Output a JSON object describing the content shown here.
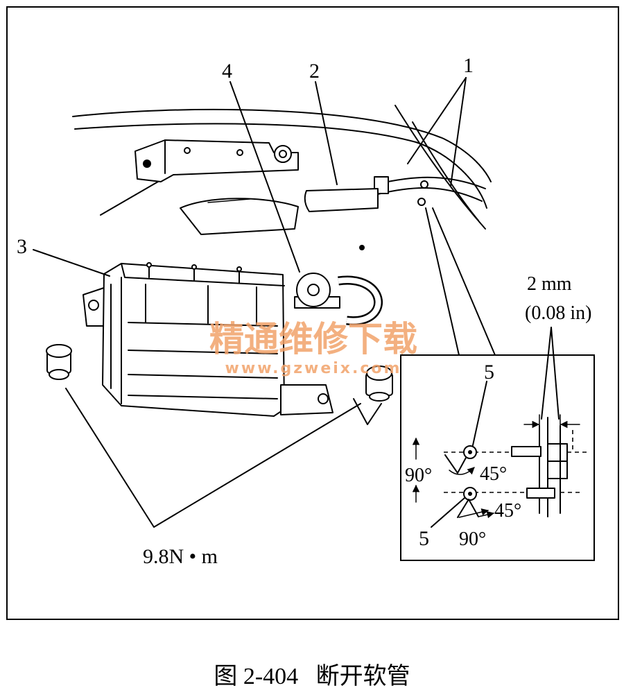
{
  "figure": {
    "callouts": {
      "c1": "1",
      "c2": "2",
      "c3": "3",
      "c4": "4",
      "c5_top": "5",
      "c5_bottom": "5"
    },
    "dimension": {
      "metric": "2 mm",
      "imperial": "(0.08 in)"
    },
    "angles": {
      "top_lift": "90°",
      "top_turn": "45°",
      "bottom_turn": "45°",
      "bottom_lift": "90°"
    },
    "torque": "9.8N • m",
    "caption": "图 2-404   断开软管"
  },
  "watermark": {
    "cn": "精通维修下载",
    "url": "www.gzweix.com"
  },
  "colors": {
    "line": "#000000",
    "watermark": "#f2a36b",
    "background": "#ffffff"
  }
}
